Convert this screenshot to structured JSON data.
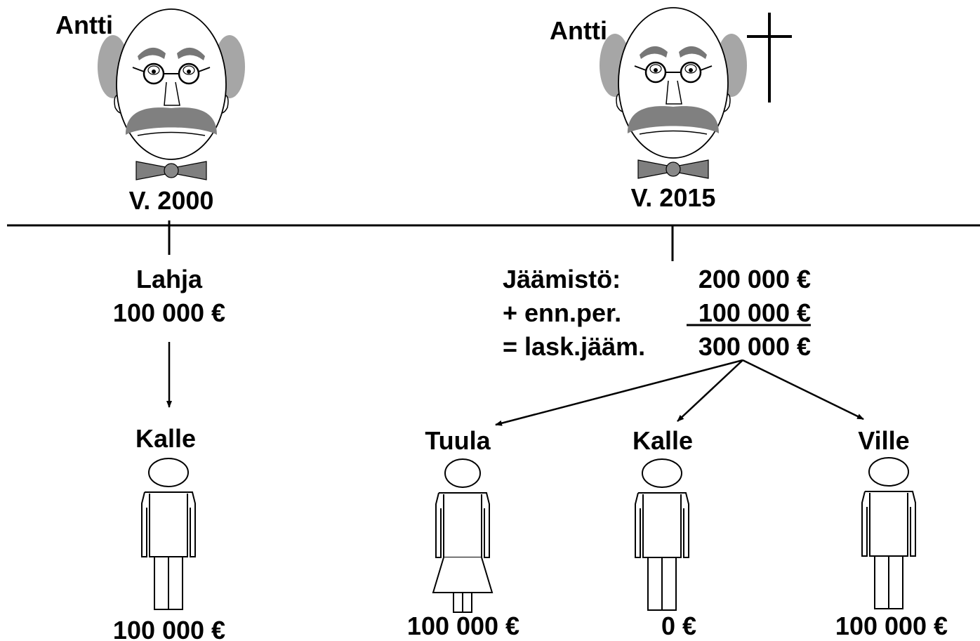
{
  "left": {
    "name": "Antti",
    "year": "V. 2000",
    "gift_label": "Lahja",
    "gift_amount": "100 000 €",
    "recipient": "Kalle",
    "recipient_amount": "100 000 €"
  },
  "right": {
    "name": "Antti",
    "year": "V. 2015",
    "calc": [
      {
        "label": "Jäämistö:",
        "amount": "200 000 €"
      },
      {
        "label": "+ enn.per.",
        "amount": "100 000 €"
      },
      {
        "label": "= lask.jääm.",
        "amount": "300 000 €"
      }
    ],
    "heirs": [
      {
        "name": "Tuula",
        "amount": "100 000 €"
      },
      {
        "name": "Kalle",
        "amount": "0 €"
      },
      {
        "name": "Ville",
        "amount": "100 000 €"
      }
    ]
  },
  "colors": {
    "ink": "#000000",
    "hair": "#a6a6a6",
    "bowtie": "#7f7f7f"
  }
}
